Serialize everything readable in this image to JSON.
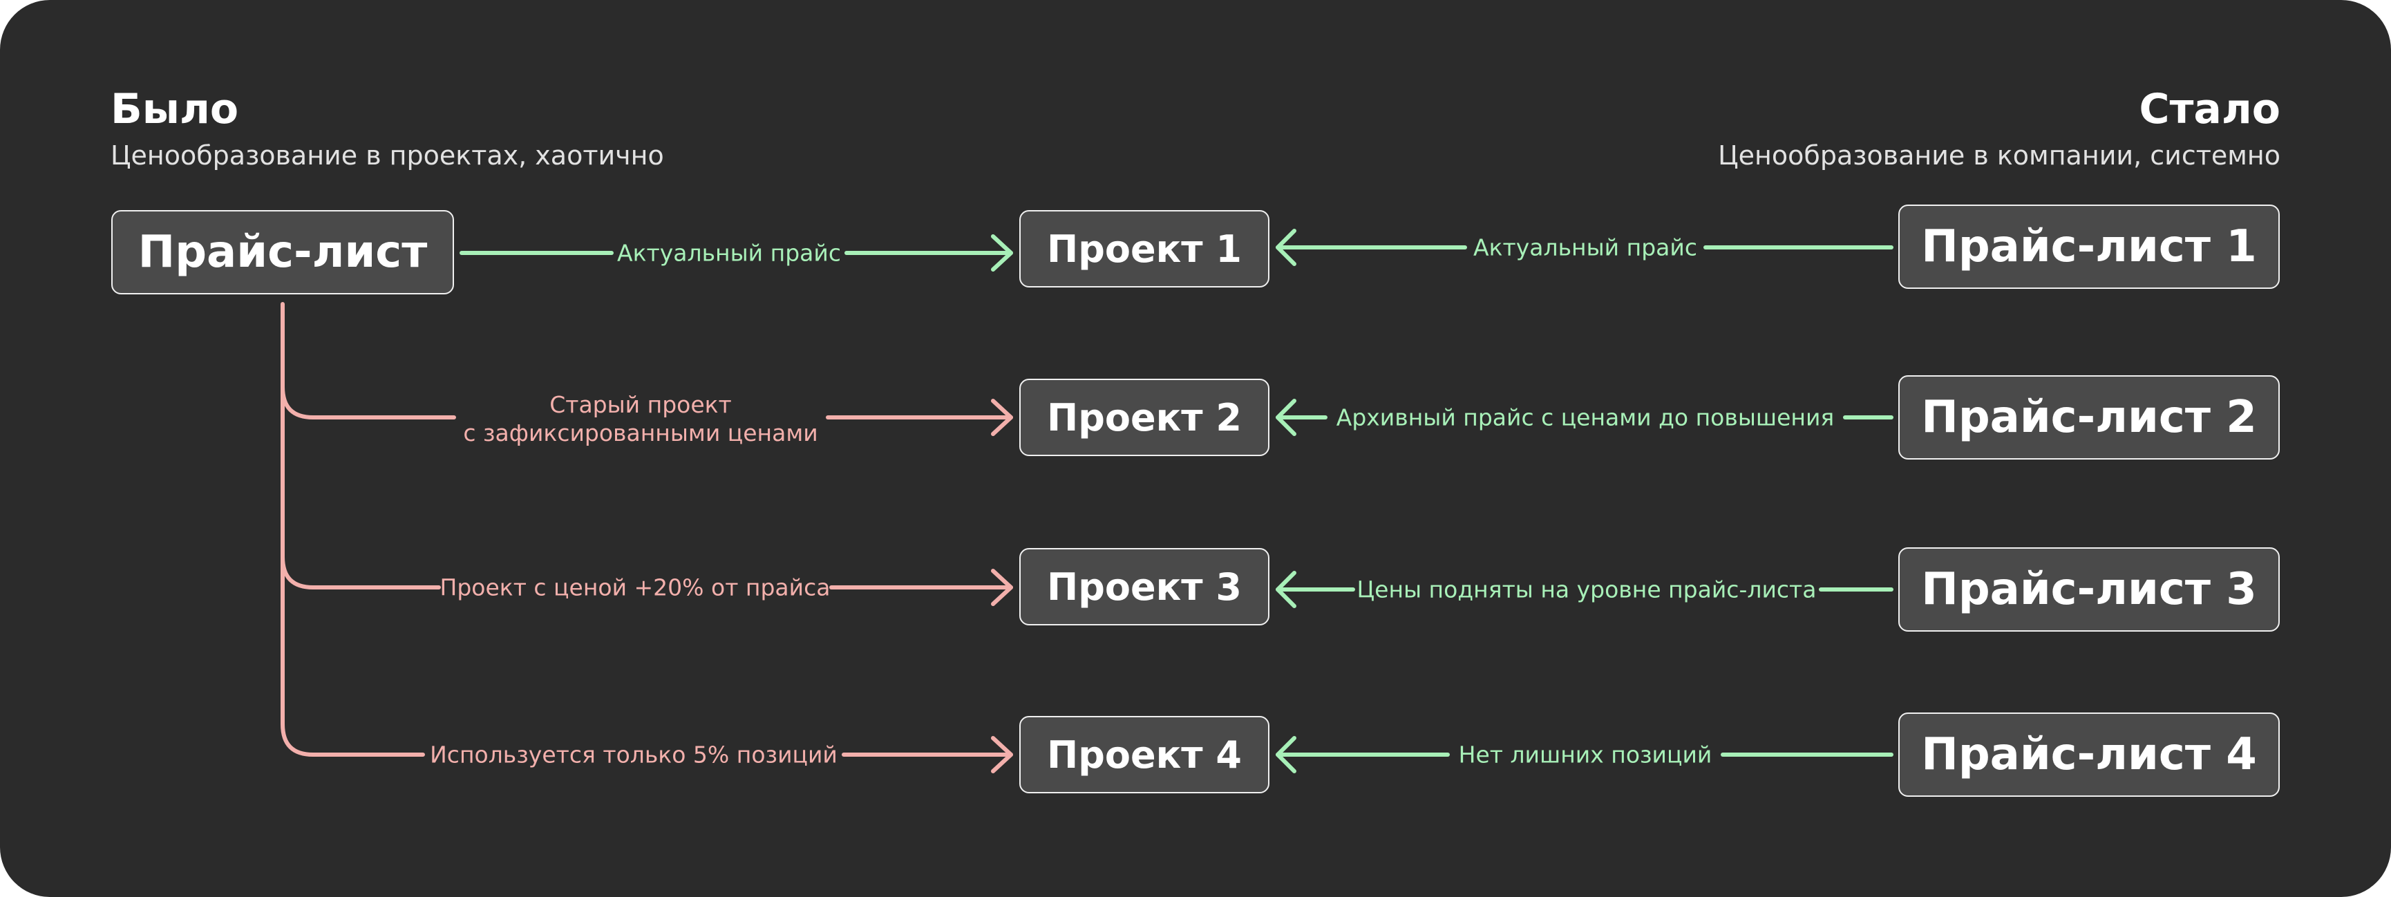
{
  "colors": {
    "background": "#2b2b2b",
    "old_line": "#f3b0ac",
    "new_line": "#a8f0b8",
    "box_fill": "#4a4a4a",
    "box_border": "#f0f0f0"
  },
  "before": {
    "title": "Было",
    "subtitle": "Ценообразование в проектах, хаотично",
    "source": "Прайс-лист",
    "links": [
      "Актуальный прайс",
      "Старый проект\nс зафиксированными ценами",
      "Проект с ценой +20% от прайса",
      "Используется только 5% позиций"
    ]
  },
  "projects": [
    "Проект 1",
    "Проект 2",
    "Проект 3",
    "Проект 4"
  ],
  "after": {
    "title": "Стало",
    "subtitle": "Ценообразование в компании, системно",
    "sources": [
      "Прайс-лист 1",
      "Прайс-лист 2",
      "Прайс-лист 3",
      "Прайс-лист 4"
    ],
    "links": [
      "Актуальный прайс",
      "Архивный прайс с ценами до повышения",
      "Цены подняты на уровне прайс-листа",
      "Нет лишних позиций"
    ]
  }
}
